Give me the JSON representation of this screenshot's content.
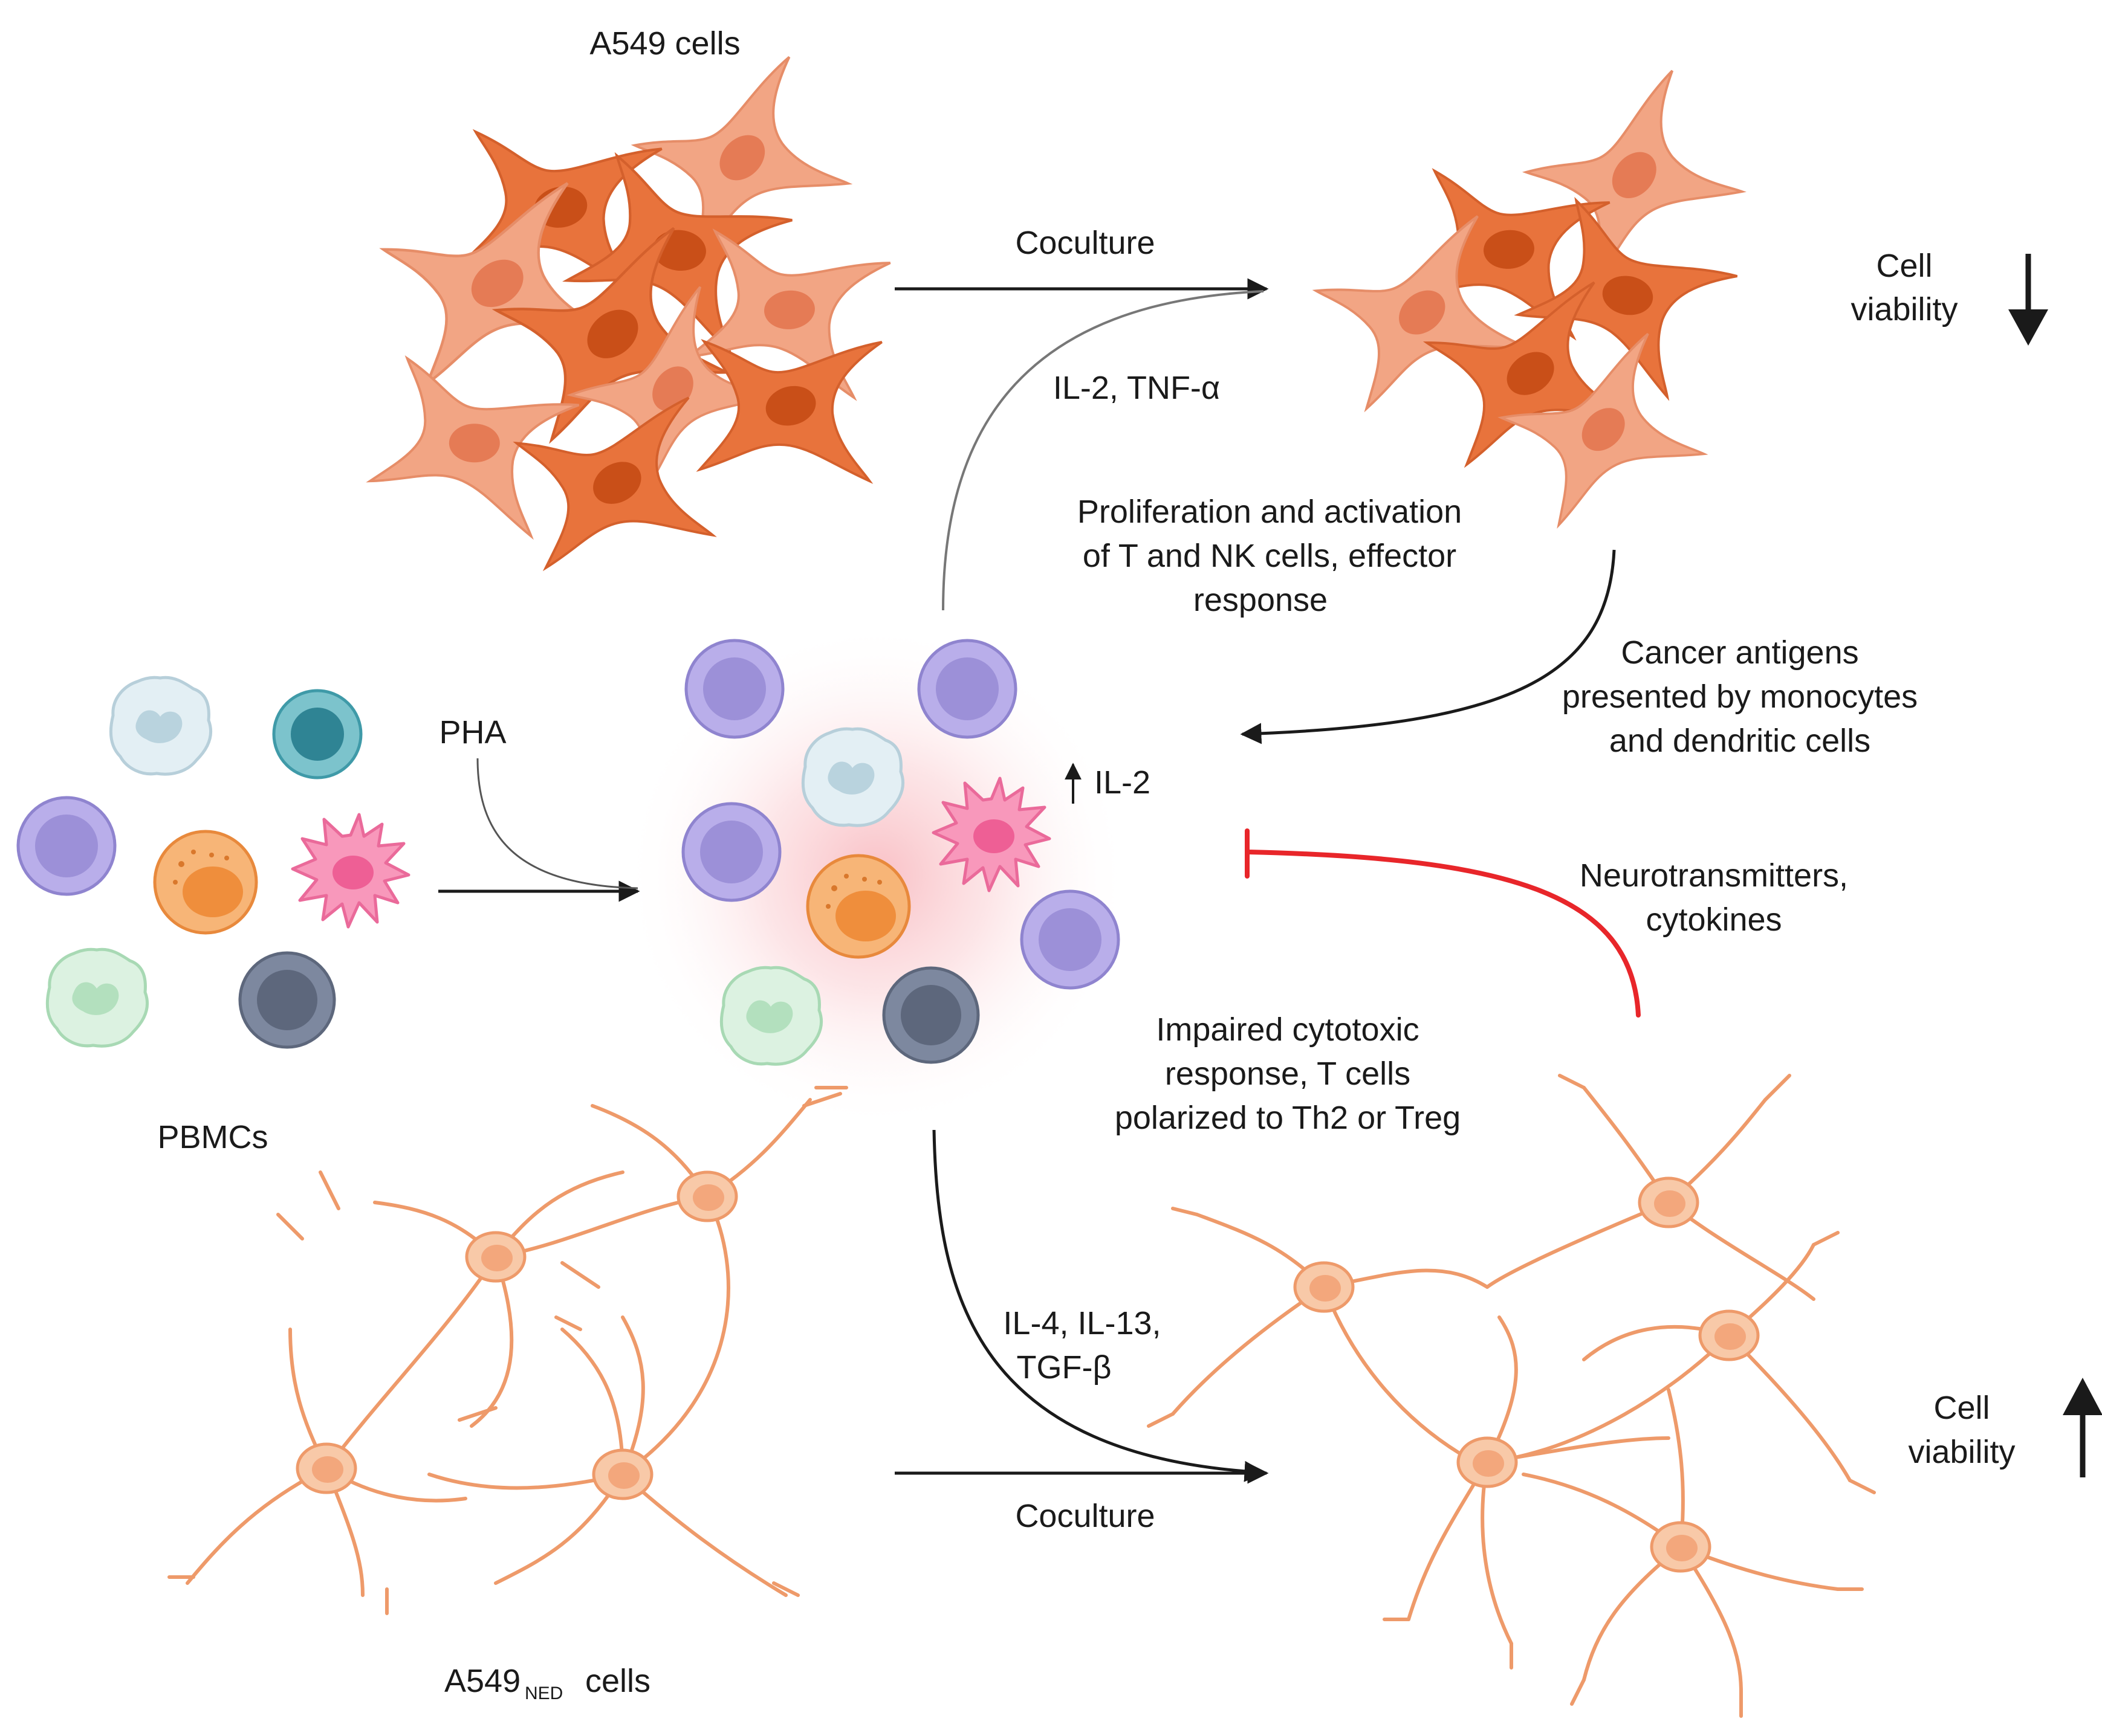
{
  "labels": {
    "a549_cells": "A549 cells",
    "coculture_top": "Coculture",
    "cell_viability_top_1": "Cell",
    "cell_viability_top_2": "viability",
    "il2_tnf": "IL-2, TNF-α",
    "prolif_1": "Proliferation and activation",
    "prolif_2": "of T and NK cells, effector",
    "prolif_3": "response",
    "antigens_1": "Cancer antigens",
    "antigens_2": "presented by monocytes",
    "antigens_3": "and dendritic cells",
    "pha": "PHA",
    "il2_up": "IL-2",
    "neuro_1": "Neurotransmitters,",
    "neuro_2": "cytokines",
    "impaired_1": "Impaired cytotoxic",
    "impaired_2": "response,  T cells",
    "impaired_3": "polarized to Th2 or Treg",
    "pbmcs": "PBMCs",
    "il4_1": "IL-4, IL-13,",
    "il4_2": "TGF-β",
    "coculture_bottom": "Coculture",
    "cell_viability_bottom_1": "Cell",
    "cell_viability_bottom_2": "viability",
    "a549ned_main": "A549",
    "a549ned_sub": "NED",
    "a549ned_rest": "cells"
  },
  "colors": {
    "arrow": "#1a1a1a",
    "inhibit": "#e8262a",
    "tumor_dark": "#e8733c",
    "tumor_light": "#f2a584",
    "neuron": "#f0a878",
    "lymphocyte_purple": "#a99ce0",
    "monocyte_orange": "#f4a35d",
    "dendritic_pink": "#f57aa8",
    "teal": "#3f9aa8",
    "slate": "#6e7a92",
    "pale_blue": "#d6e6ee",
    "pale_green": "#cdebd4",
    "glow": "#f6a0a6"
  }
}
